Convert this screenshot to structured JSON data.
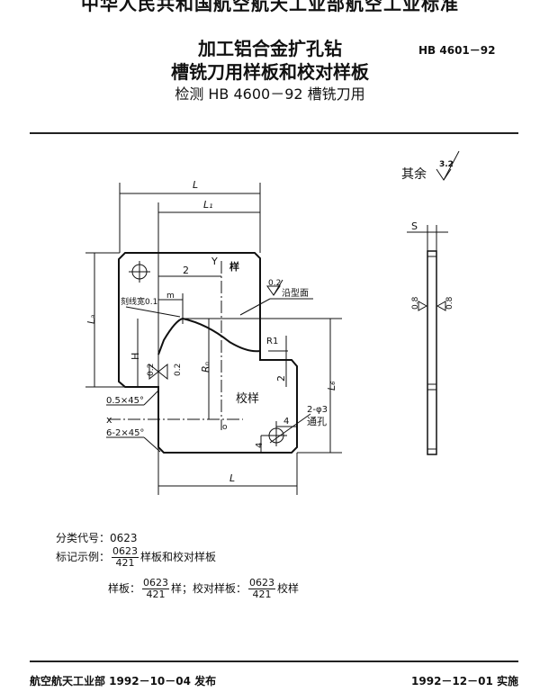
{
  "header": {
    "organization": "中华人民共和国航空航天工业部航空工业标准",
    "title_line1": "加工铝合金扩孔钻",
    "title_line2": "槽铣刀用样板和校对样板",
    "subtitle": "检测 HB 4600－92 槽铣刀用",
    "standard_code": "HB 4601－92"
  },
  "drawing": {
    "roughness_rest_label": "其余",
    "roughness_rest_value": "3.2",
    "dim_L_top": "L",
    "dim_L1": "L₁",
    "dim_La": "Lₐ",
    "dim_Lb": "L₆",
    "dim_L_bottom": "L",
    "axis_y": "Y",
    "axis_x": "x",
    "origin": "o",
    "label_template": "样",
    "label_check_template": "校样",
    "dim_2_top": "2",
    "dim_m": "m",
    "scribe_width": "刻线宽0.1",
    "profile_roughness_value": "0.2",
    "profile_roughness_label": "沿型面",
    "radius_R1": "R1",
    "dim_H": "H",
    "roughness_left": "0.2",
    "roughness_right": "0.2",
    "dim_Rn": "Rₙ",
    "dim_2_right": "2",
    "chamfer_small": "0.5×45°",
    "chamfer_corners": "6-2×45°",
    "hole_spec": "2-φ3",
    "hole_through": "通孔",
    "dim_4_horizontal": "4",
    "dim_4_vertical": "4",
    "side_thickness": "S",
    "side_roughness_left": "0.8",
    "side_roughness_right": "0.8"
  },
  "notes": {
    "classification_label": "分类代号：",
    "classification_code": "0623",
    "marking_label": "标记示例：",
    "marking_numerator": "0623",
    "marking_denominator": "421",
    "marking_text": "样板和校对样板",
    "template_label": "样板：",
    "template_numerator": "0623",
    "template_denominator": "421",
    "template_suffix": "样；",
    "check_label": "校对样板：",
    "check_numerator": "0623",
    "check_denominator": "421",
    "check_suffix": "校样"
  },
  "footer": {
    "issued": "航空航天工业部 1992－10－04 发布",
    "effective": "1992－12－01 实施"
  }
}
